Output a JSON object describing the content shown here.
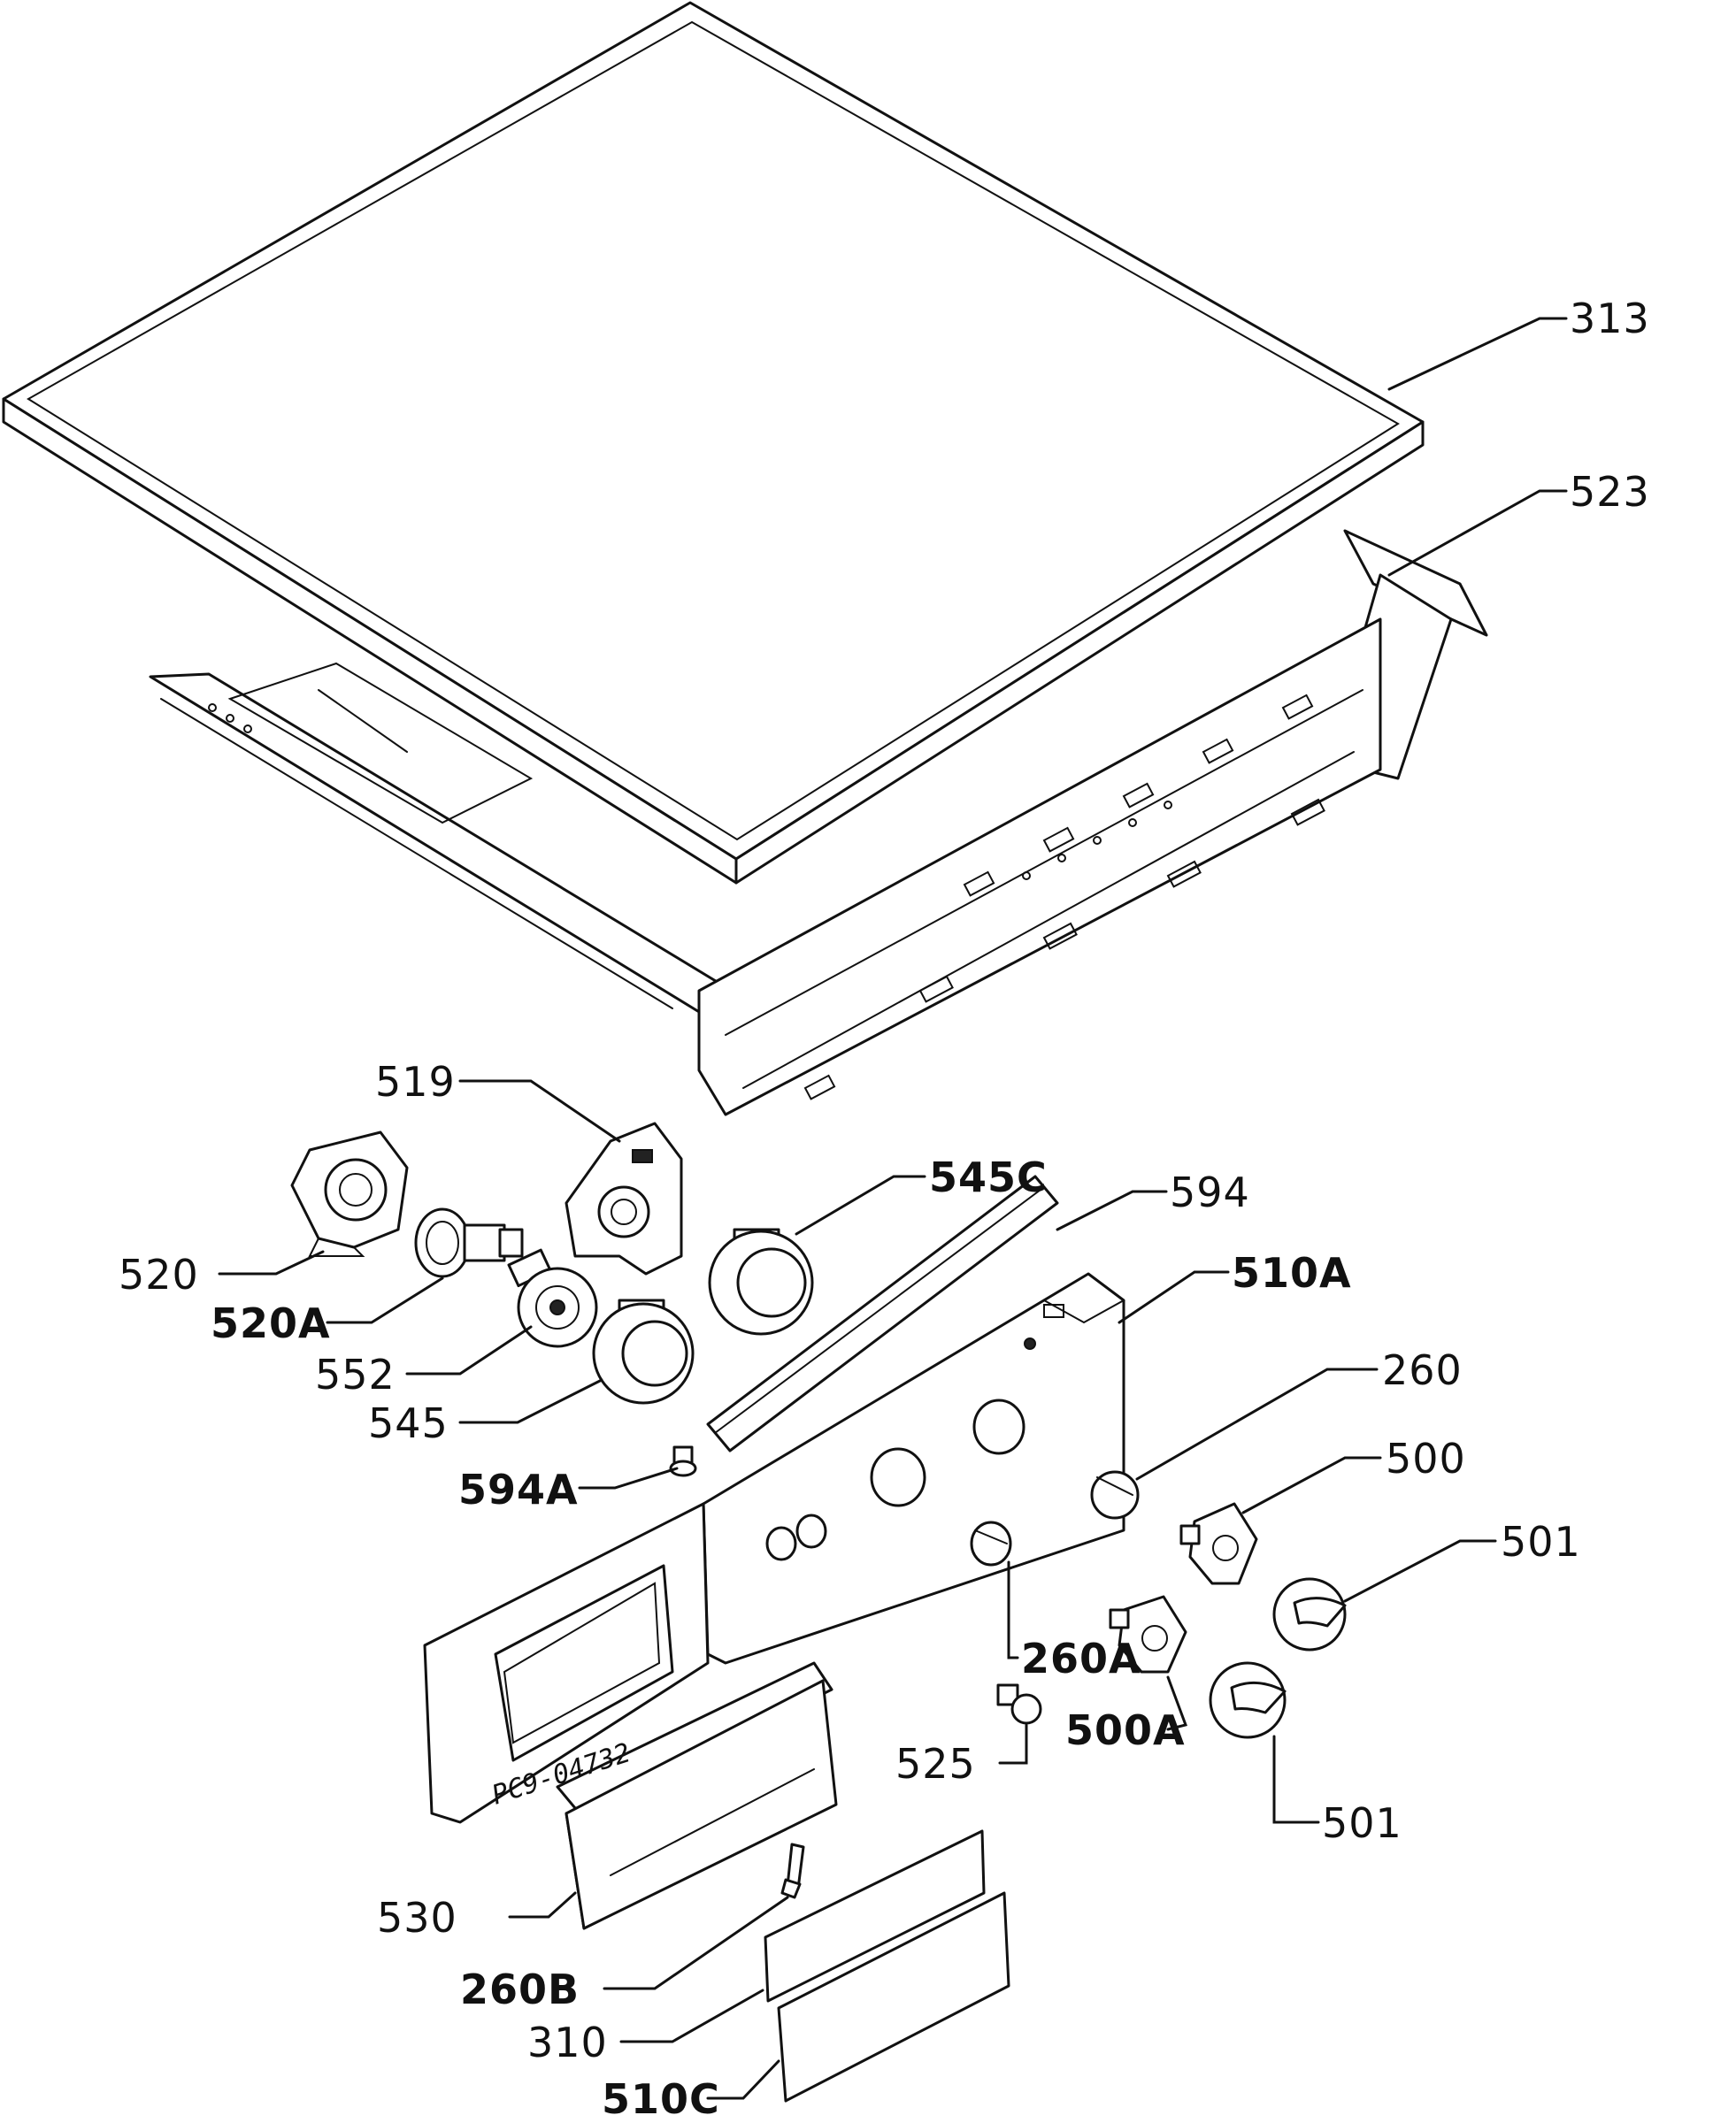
{
  "labels": {
    "p313": "313",
    "p523": "523",
    "p519": "519",
    "p520": "520",
    "p520A": "520A",
    "p552": "552",
    "p545": "545",
    "p545C": "545C",
    "p594": "594",
    "p510A": "510A",
    "p594A": "594A",
    "p260": "260",
    "p500": "500",
    "p501a": "501",
    "p260A": "260A",
    "p500A": "500A",
    "p525": "525",
    "p501b": "501",
    "p530": "530",
    "p260B": "260B",
    "p310": "310",
    "p510C": "510C"
  },
  "annotations": {
    "drawing_code": "PC9-04732"
  }
}
